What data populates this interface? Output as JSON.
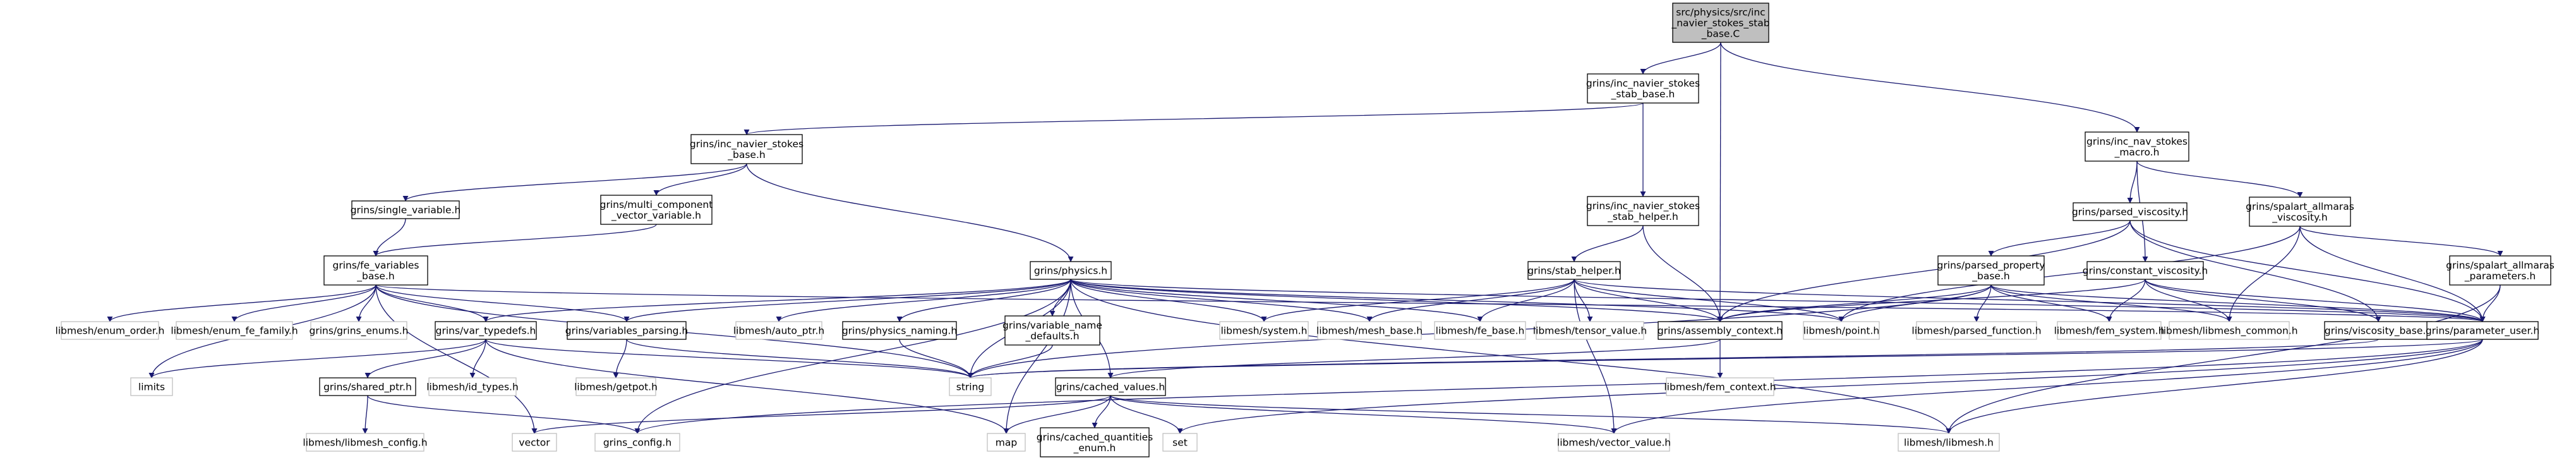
{
  "colors": {
    "edge": "#191970",
    "box_border": "#000000",
    "ext_border": "#bfbfbf",
    "root_fill": "#bfbfbf",
    "node_fill": "#ffffff",
    "text": "#000000"
  },
  "nodes": {
    "root": [
      "src/physics/src/inc",
      "_navier_stokes_stab",
      "_base.C"
    ],
    "inc_navier_stokes_stab_base_h": [
      "grins/inc_navier_stokes",
      "_stab_base.h"
    ],
    "inc_nav_stokes_macro_h": [
      "grins/inc_nav_stokes",
      "_macro.h"
    ],
    "inc_navier_stokes_base_h": [
      "grins/inc_navier_stokes",
      "_base.h"
    ],
    "inc_navier_stokes_stab_helper_h": [
      "grins/inc_navier_stokes",
      "_stab_helper.h"
    ],
    "parsed_viscosity_h": [
      "grins/parsed_viscosity.h"
    ],
    "spalart_allmaras_viscosity_h": [
      "grins/spalart_allmaras",
      "_viscosity.h"
    ],
    "single_variable_h": [
      "grins/single_variable.h"
    ],
    "multi_component_vector_variable_h": [
      "grins/multi_component",
      "_vector_variable.h"
    ],
    "fe_variables_base_h": [
      "grins/fe_variables",
      "_base.h"
    ],
    "physics_h": [
      "grins/physics.h"
    ],
    "stab_helper_h": [
      "grins/stab_helper.h"
    ],
    "parsed_property_base_h": [
      "grins/parsed_property",
      "_base.h"
    ],
    "constant_viscosity_h": [
      "grins/constant_viscosity.h"
    ],
    "spalart_allmaras_parameters_h": [
      "grins/spalart_allmaras",
      "_parameters.h"
    ],
    "enum_order_h": [
      "libmesh/enum_order.h"
    ],
    "enum_fe_family_h": [
      "libmesh/enum_fe_family.h"
    ],
    "grins_enums_h": [
      "grins/grins_enums.h"
    ],
    "var_typedefs_h": [
      "grins/var_typedefs.h"
    ],
    "variables_parsing_h": [
      "grins/variables_parsing.h"
    ],
    "auto_ptr_h": [
      "libmesh/auto_ptr.h"
    ],
    "physics_naming_h": [
      "grins/physics_naming.h"
    ],
    "variable_name_defaults_h": [
      "grins/variable_name",
      "_defaults.h"
    ],
    "system_h": [
      "libmesh/system.h"
    ],
    "mesh_base_h": [
      "libmesh/mesh_base.h"
    ],
    "fe_base_h": [
      "libmesh/fe_base.h"
    ],
    "tensor_value_h": [
      "libmesh/tensor_value.h"
    ],
    "assembly_context_h": [
      "grins/assembly_context.h"
    ],
    "point_h": [
      "libmesh/point.h"
    ],
    "parsed_function_h": [
      "libmesh/parsed_function.h"
    ],
    "fem_system_h": [
      "libmesh/fem_system.h"
    ],
    "libmesh_common_h": [
      "libmesh/libmesh_common.h"
    ],
    "viscosity_base_h": [
      "grins/viscosity_base.h"
    ],
    "parameter_user_h": [
      "grins/parameter_user.h"
    ],
    "limits": [
      "limits"
    ],
    "shared_ptr_h": [
      "grins/shared_ptr.h"
    ],
    "id_types_h": [
      "libmesh/id_types.h"
    ],
    "getpot_h": [
      "libmesh/getpot.h"
    ],
    "string": [
      "string"
    ],
    "fem_context_h": [
      "libmesh/fem_context.h"
    ],
    "cached_values_h": [
      "grins/cached_values.h"
    ],
    "libmesh_config_h": [
      "libmesh/libmesh_config.h"
    ],
    "vector": [
      "vector"
    ],
    "grins_config_h": [
      "grins_config.h"
    ],
    "map": [
      "map"
    ],
    "cached_quantities_enum_h": [
      "grins/cached_quantities",
      "_enum.h"
    ],
    "set": [
      "set"
    ],
    "vector_value_h": [
      "libmesh/vector_value.h"
    ],
    "libmesh_h": [
      "libmesh/libmesh.h"
    ]
  }
}
